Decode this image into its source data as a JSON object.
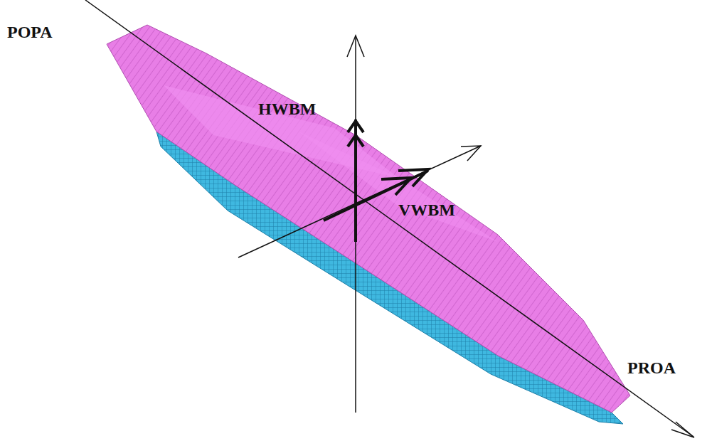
{
  "diagram": {
    "labels": [
      "POPA",
      "HWBM",
      "VWBM",
      "PROA"
    ]
  }
}
